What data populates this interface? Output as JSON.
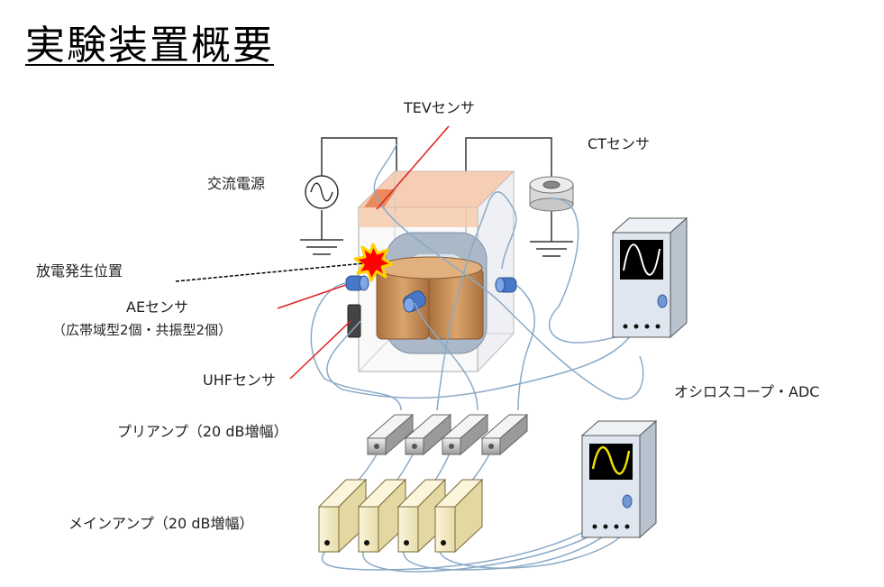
{
  "title": "実験装置概要",
  "labels": {
    "tev_sensor": "TEVセンサ",
    "ct_sensor": "CTセンサ",
    "ac_power": "交流電源",
    "discharge_location": "放電発生位置",
    "ae_sensor": "AEセンサ",
    "ae_sensor_note": "（広帯域型2個・共振型2個）",
    "uhf_sensor": "UHFセンサ",
    "oscilloscope_adc": "オシロスコープ・ADC",
    "preamp": "プリアンプ（20 dB増幅）",
    "main_amp": "メインアンプ（20 dB増幅）"
  },
  "colors": {
    "signal_wire": "#8aaac8",
    "red_pointer": "#e02020",
    "transformer_core": "#aab8c8",
    "winding": "#c8905c",
    "amp_body": "#f5edc8",
    "scope_body": "#dfe6ef",
    "scope_screen": "#000000",
    "scope_trace_upper": "#ffffff",
    "scope_trace_lower": "#f0e000",
    "sensor_blue": "#4a78c8"
  }
}
